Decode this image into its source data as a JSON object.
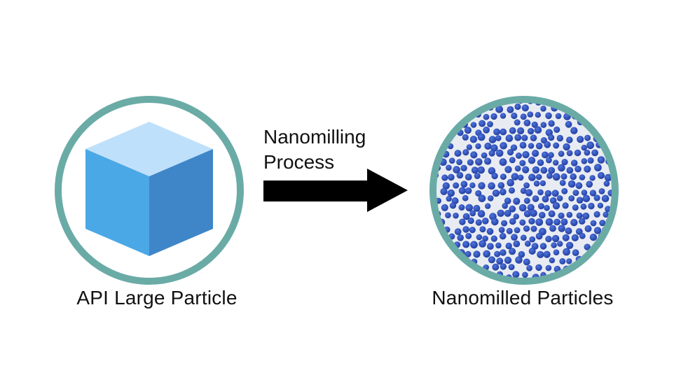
{
  "diagram": {
    "left_label": "API Large Particle",
    "right_label": "Nanomilled Particles",
    "process_label_line1": "Nanomilling",
    "process_label_line2": "Process"
  },
  "colors": {
    "ring": "#6aaba6",
    "cube_top": "#bfe0fb",
    "cube_left": "#4aa8e6",
    "cube_right": "#3f86c8",
    "arrow": "#000000",
    "particle": "#2f4fb5",
    "particle_bg": "#e8ecf2"
  }
}
